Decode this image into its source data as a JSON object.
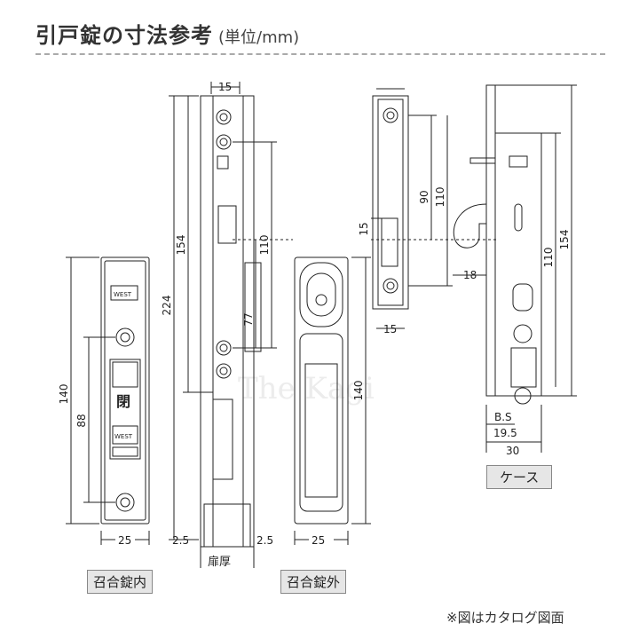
{
  "title": "引戸錠の寸法参考",
  "title_unit": "(単位/mm)",
  "labels": {
    "inner": "召合錠内",
    "outer": "召合錠外",
    "case": "ケース",
    "door_thickness": "扉厚"
  },
  "dims": {
    "w25_inner": "25",
    "h140_inner": "140",
    "h88_inner": "88",
    "w15_side": "15",
    "h154_side": "154",
    "h224_side": "224",
    "h110_side": "110",
    "h77_side": "77",
    "t25_left": "2.5",
    "t25_right": "2.5",
    "w25_outer": "25",
    "h140_outer": "140",
    "h90_strike": "90",
    "h110_strike": "110",
    "h15_strike": "15",
    "w15_strike": "15",
    "w18_case": "18",
    "h110_case": "110",
    "h154_case": "154",
    "bs_label": "B.S",
    "bs_value": "19.5",
    "w30_case": "30"
  },
  "face_text": {
    "closed": "閉",
    "brand": "WEST"
  },
  "watermark": "The Kagi",
  "note": "※図はカタログ図面"
}
